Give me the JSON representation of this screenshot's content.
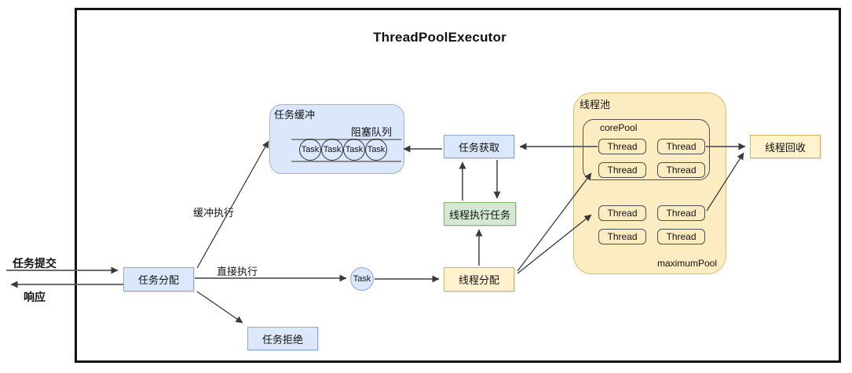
{
  "title": "ThreadPoolExecutor",
  "io": {
    "submit_label": "任务提交",
    "response_label": "响应"
  },
  "edge_labels": {
    "buffered_exec": "缓冲执行",
    "direct_exec": "直接执行"
  },
  "nodes": {
    "task_dispatch": "任务分配",
    "task_reject": "任务拒绝",
    "task_fetch": "任务获取",
    "thread_execute": "线程执行任务",
    "thread_dispatch": "线程分配",
    "thread_recycle": "线程回收",
    "single_task": "Task"
  },
  "buffer": {
    "label": "任务缓冲",
    "queue_label": "阻塞队列",
    "tasks": [
      "Task",
      "Task",
      "Task",
      "Task"
    ]
  },
  "pool": {
    "label": "线程池",
    "core": {
      "label": "corePool",
      "threads": [
        "Thread",
        "Thread",
        "Thread",
        "Thread"
      ]
    },
    "maximum": {
      "label": "maximumPool",
      "threads": [
        "Thread",
        "Thread",
        "Thread",
        "Thread"
      ]
    }
  },
  "colors": {
    "blue_fill": "#dbe8fb",
    "blue_border": "#8ca8d8",
    "green_fill": "#d5e8d4",
    "green_border": "#86b16c",
    "yellow_fill": "#fff2cc",
    "yellow_border": "#d6b656",
    "pool_fill": "#fbecc2",
    "line": "#5a5a5a"
  }
}
